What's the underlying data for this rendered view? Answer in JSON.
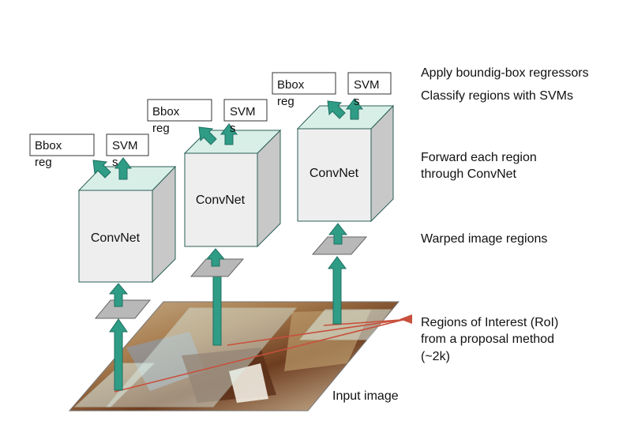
{
  "colors": {
    "arrow_green": "#2f9c86",
    "arrow_stroke": "#1f6f60",
    "cube_front": "#eeeeee",
    "cube_top": "#d8efe8",
    "cube_side": "#c8c8c8",
    "cube_edge": "#2a5f55",
    "roi_red": "#c8503c",
    "plate_grey": "#b8b8b8"
  },
  "networks": [
    {
      "convnet": "ConvNet",
      "bbox_line1": "Bbox",
      "bbox_line2": "reg",
      "svm_line1": "SVM",
      "svm_line2": "s"
    },
    {
      "convnet": "ConvNet",
      "bbox_line1": "Bbox",
      "bbox_line2": "reg",
      "svm_line1": "SVM",
      "svm_line2": "s"
    },
    {
      "convnet": "ConvNet",
      "bbox_line1": "Bbox",
      "bbox_line2": "reg",
      "svm_line1": "SVM",
      "svm_line2": "s"
    }
  ],
  "steps": {
    "apply_regressors": "Apply boundig-box regressors",
    "classify": "Classify regions with SVMs",
    "forward_line1": "Forward each region",
    "forward_line2": "through ConvNet",
    "warped": "Warped image regions",
    "roi_line1": "Regions of Interest (RoI)",
    "roi_line2": "from a proposal method",
    "roi_line3": "(~2k)"
  },
  "input_image_label": "Input image"
}
